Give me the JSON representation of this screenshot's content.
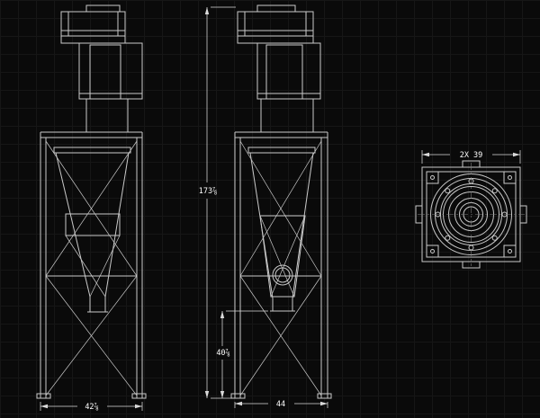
{
  "application": {
    "type": "cad-viewport",
    "background_color": "#0a0a0a",
    "grid_color": "#161616",
    "geometry_color": "#c9c9c9",
    "dimension_color": "#dadada",
    "text_color": "#ffffff"
  },
  "drawing": {
    "views": {
      "front": {
        "id": "front-view"
      },
      "side": {
        "id": "side-view"
      },
      "top": {
        "id": "top-view"
      }
    },
    "dimensions": {
      "overall_height": "173⅞",
      "outlet_height": "40⅞",
      "front_base_width": "42⅞",
      "side_base_width": "44",
      "top_flange_width": "2X 39"
    }
  }
}
